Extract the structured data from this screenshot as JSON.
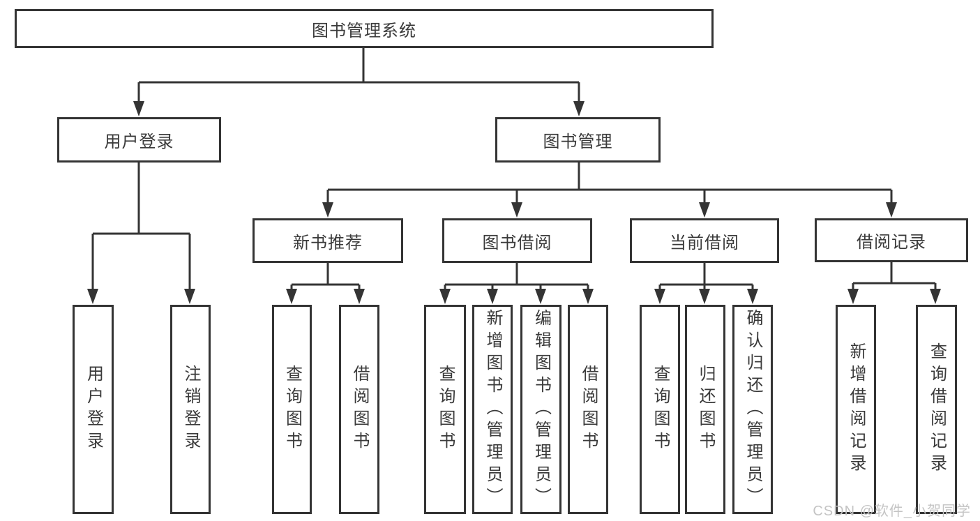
{
  "diagram": {
    "root": {
      "label": "图书管理系统"
    },
    "branches": [
      {
        "label": "用户登录",
        "children": [
          {
            "label": "用户登录"
          },
          {
            "label": "注销登录"
          }
        ]
      },
      {
        "label": "图书管理",
        "children": [
          {
            "label": "新书推荐",
            "children": [
              {
                "label": "查询图书"
              },
              {
                "label": "借阅图书"
              }
            ]
          },
          {
            "label": "图书借阅",
            "children": [
              {
                "label": "查询图书"
              },
              {
                "label": "新增图书（管理员）"
              },
              {
                "label": "编辑图书（管理员）"
              },
              {
                "label": "借阅图书"
              }
            ]
          },
          {
            "label": "当前借阅",
            "children": [
              {
                "label": "查询图书"
              },
              {
                "label": "归还图书"
              },
              {
                "label": "确认归还（管理员）"
              }
            ]
          },
          {
            "label": "借阅记录",
            "children": [
              {
                "label": "新增借阅记录"
              },
              {
                "label": "查询借阅记录"
              }
            ]
          }
        ]
      }
    ]
  },
  "watermark": {
    "text": "CSDN @软件_小贺同学"
  },
  "colors": {
    "line": "#343434",
    "text": "#3a3a3a",
    "watermark": "#c4c4c4",
    "background": "#ffffff"
  }
}
